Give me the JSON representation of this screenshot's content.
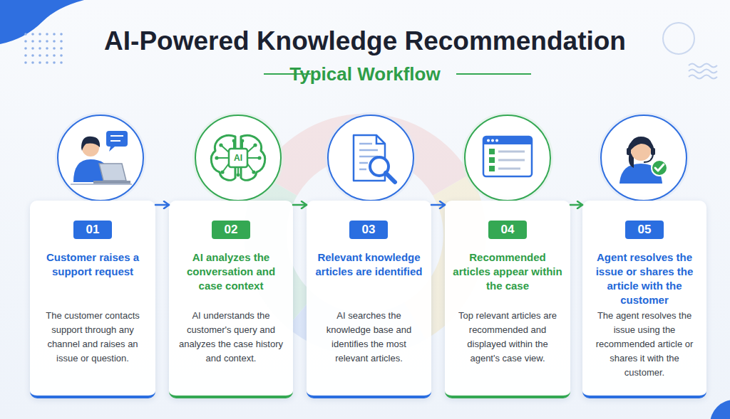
{
  "diagram": {
    "title": "AI-Powered Knowledge Recommendation",
    "nodes": [
      {
        "text": [
          "Customer raises a support request",
          "The customer contacts support through any channel and raises an issue or question."
        ]
      },
      {
        "text": [
          "01"
        ],
        "in": 0
      },
      {
        "text": [
          "AI analyzes the conversation and case context",
          "AI understands the customer's query and analyzes the case history and context."
        ]
      },
      {
        "text": [
          "02"
        ],
        "in": 2
      },
      {
        "text": [
          "Relevant knowledge articles are identified",
          "AI searches the knowledge base and identifies the most relevant articles."
        ]
      },
      {
        "text": [
          "03"
        ],
        "in": 4
      },
      {
        "text": [
          "Recommended articles appear within the case",
          "Top relevant articles are recommended and displayed within the agent's case view."
        ]
      },
      {
        "text": [
          "04"
        ],
        "in": 6
      },
      {
        "text": [
          "Agent resolves the issue or shares the article with the customer",
          "The agent resolves the issue using the recommended article or shares it with the customer."
        ]
      },
      {
        "text": [
          "05"
        ],
        "in": 8
      }
    ],
    "edges": [
      {
        "from": 0,
        "to": 2,
        "arrow": "to"
      },
      {
        "from": 2,
        "to": 4,
        "arrow": "to"
      },
      {
        "from": 4,
        "to": 6,
        "arrow": "to"
      },
      {
        "from": 6,
        "to": 8,
        "arrow": "to"
      }
    ],
    "labels": [
      "Typical Workflow",
      "AI"
    ]
  }
}
